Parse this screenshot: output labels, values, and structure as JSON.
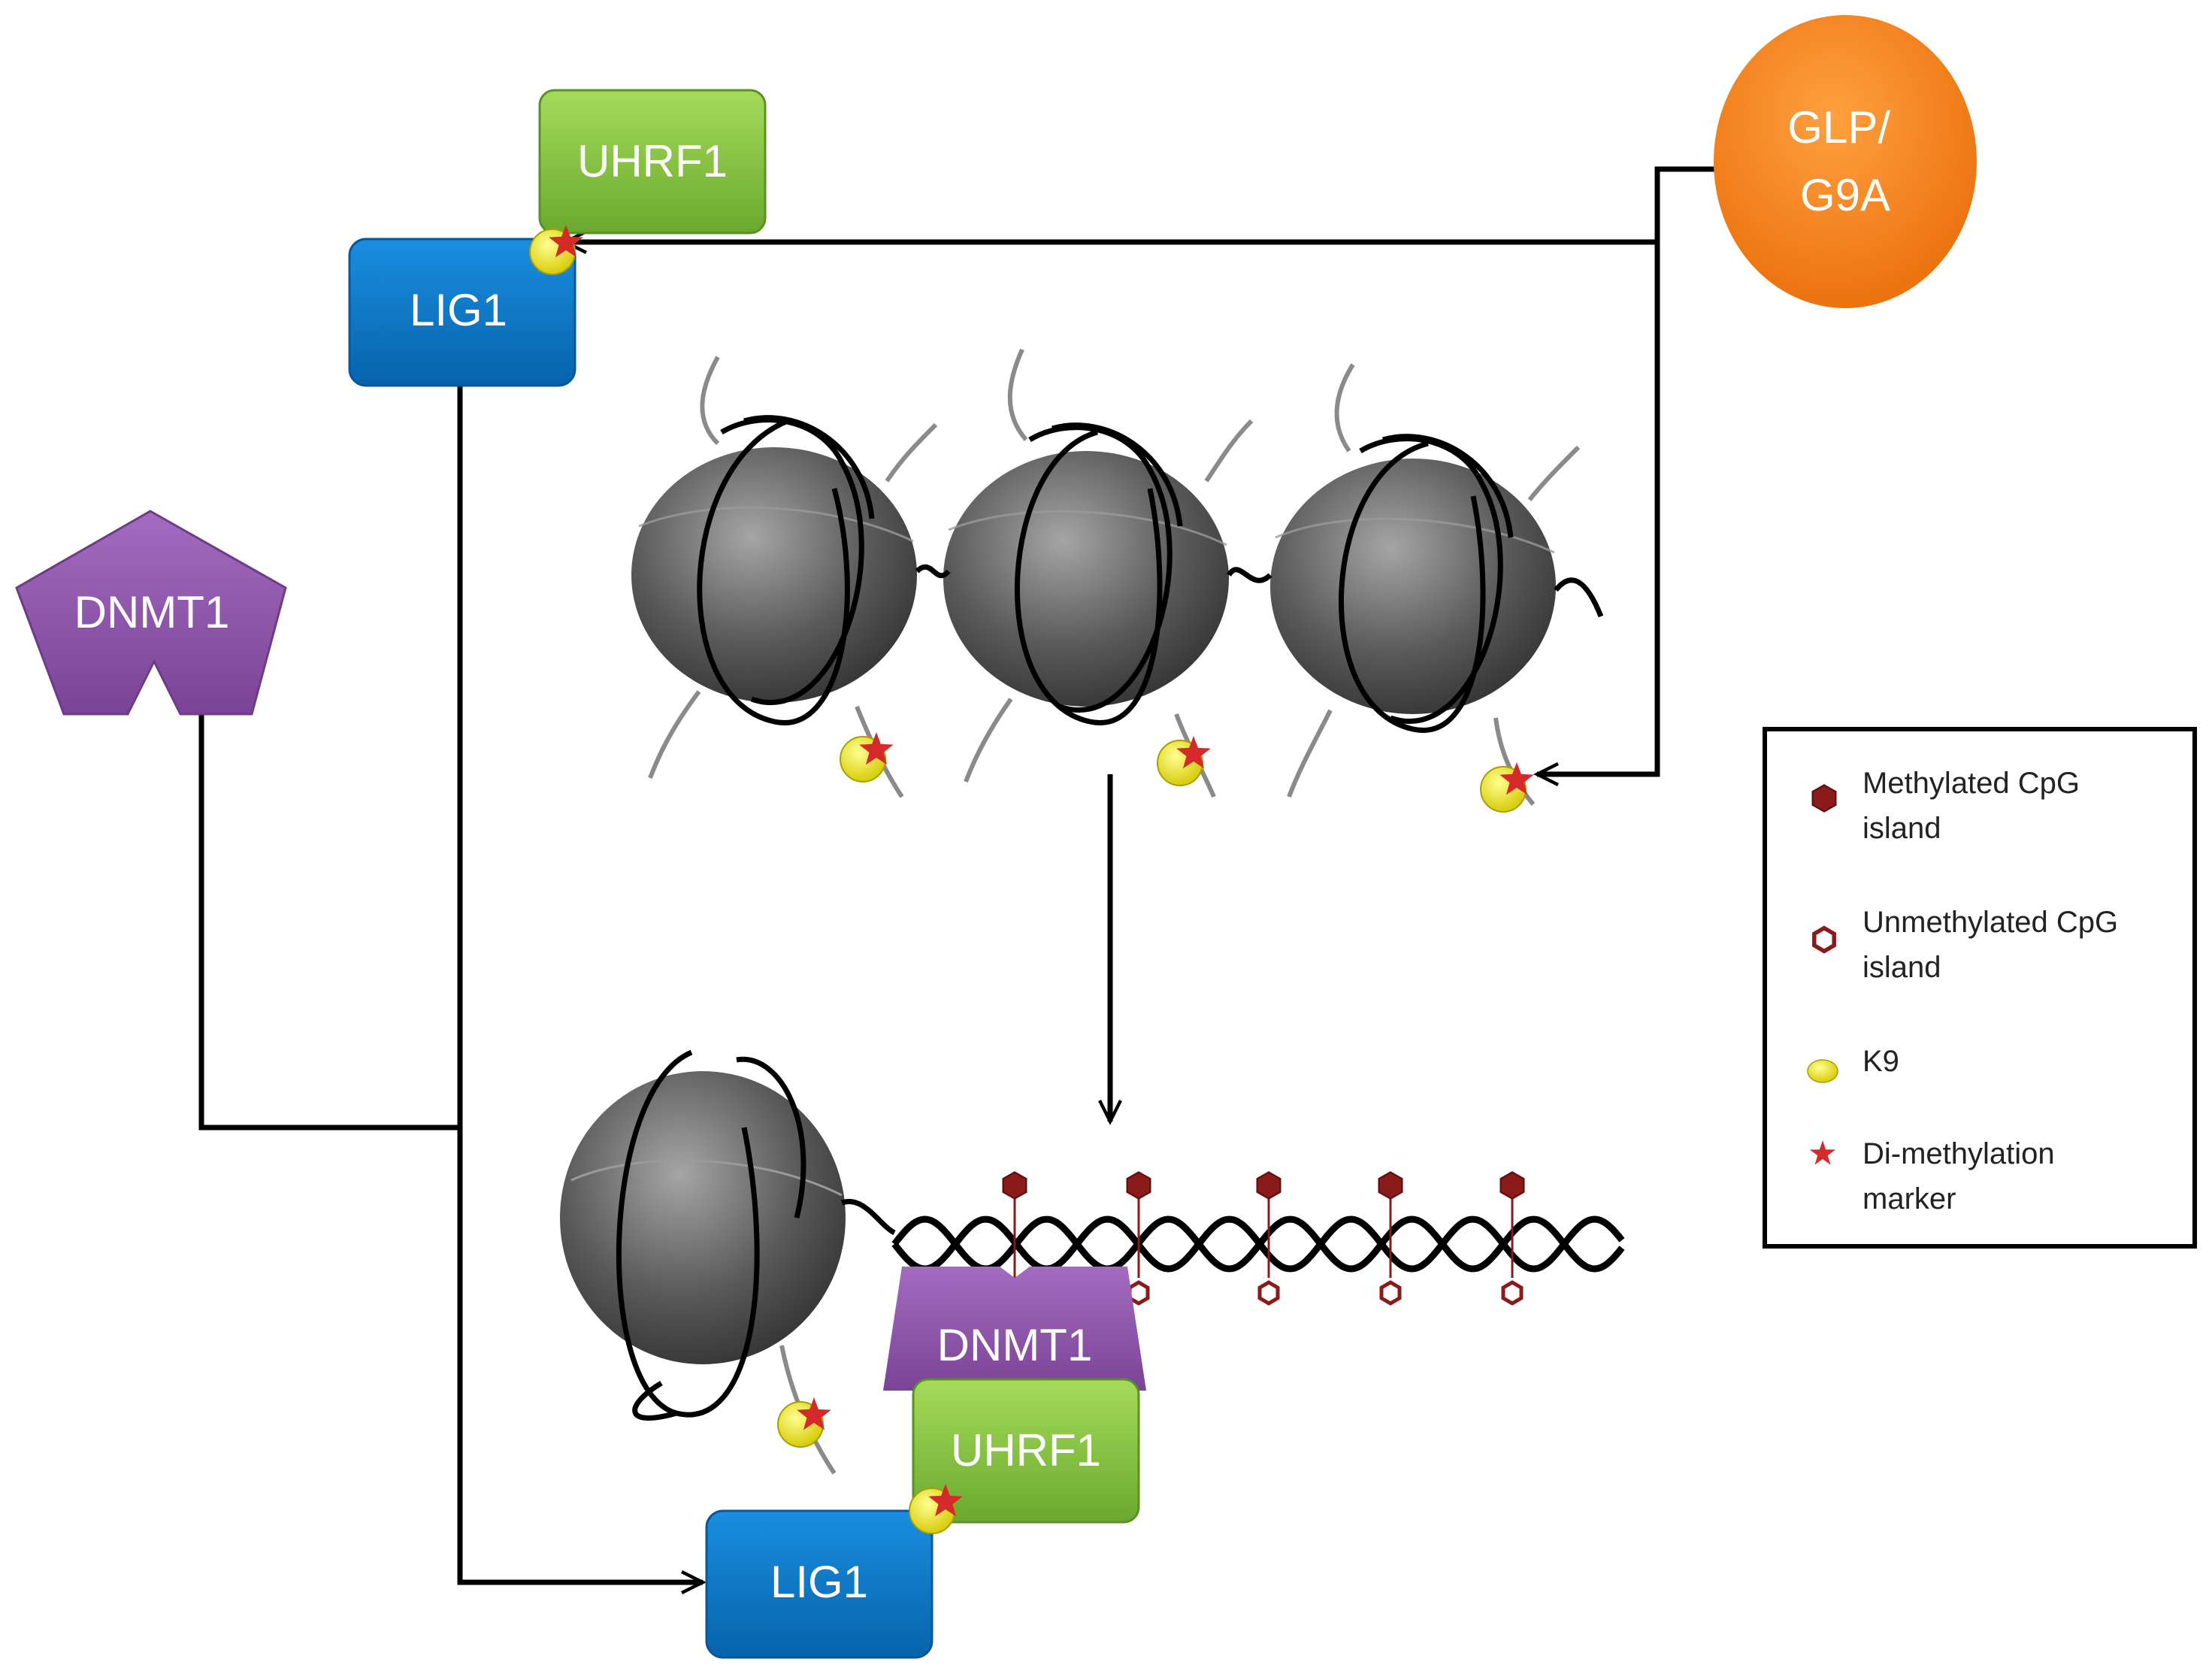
{
  "colors": {
    "uhrf1": "#7cbf3a",
    "lig1": "#0b76c8",
    "glp": "#f07d14",
    "dnmt1": "#8a52a8",
    "nucleosome": "#555555",
    "cpg": "#8b1a1a",
    "k9": "#e8e000",
    "marker": "#d42a2a",
    "line": "#000000"
  },
  "nodes": {
    "uhrf1_top": "UHRF1",
    "lig1_top": "LIG1",
    "glp": [
      "GLP/",
      "G9A"
    ],
    "dnmt1_left": "DNMT1",
    "dnmt1_bottom": "DNMT1",
    "uhrf1_bottom": "UHRF1",
    "lig1_bottom": "LIG1"
  },
  "legend": {
    "items": [
      {
        "icon": "methylated-cpg-icon",
        "lines": [
          "Methylated CpG",
          "island"
        ]
      },
      {
        "icon": "unmethylated-cpg-icon",
        "lines": [
          "Unmethylated CpG",
          "island"
        ]
      },
      {
        "icon": "k9-icon",
        "lines": [
          "K9"
        ]
      },
      {
        "icon": "di-methylation-marker-icon",
        "lines": [
          "Di-methylation",
          "marker"
        ]
      }
    ]
  }
}
